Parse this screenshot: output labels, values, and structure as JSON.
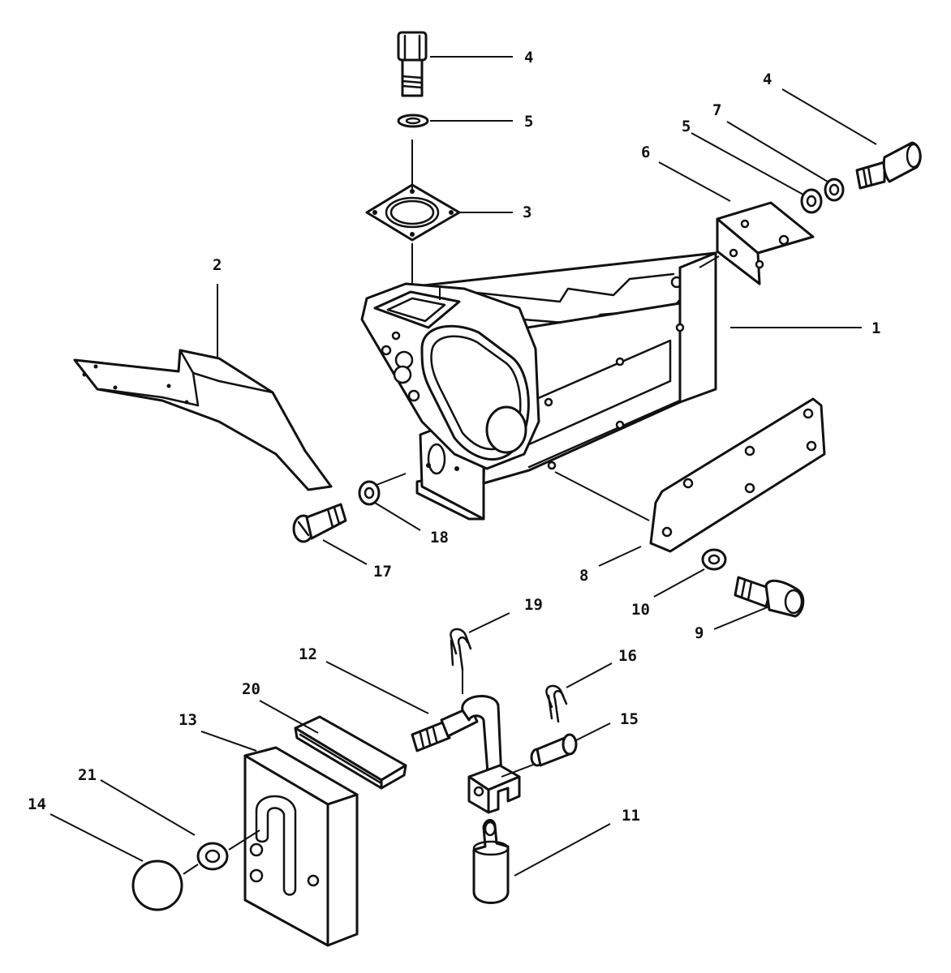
{
  "callouts": [
    "1",
    "2",
    "3",
    "4",
    "5",
    "4",
    "5",
    "6",
    "7",
    "8",
    "9",
    "10",
    "11",
    "12",
    "13",
    "14",
    "15",
    "16",
    "17",
    "18",
    "19",
    "20",
    "21"
  ],
  "colors": {
    "line": "#111111",
    "background": "#ffffff"
  }
}
